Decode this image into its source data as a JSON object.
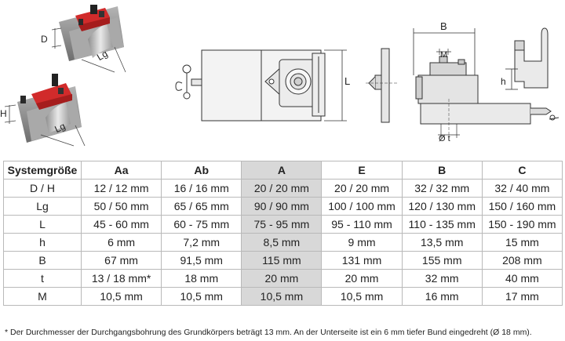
{
  "diagram": {
    "labels": {
      "D": "D",
      "Lg_top": "Lg",
      "H": "H",
      "Lg_bottom": "Lg",
      "L": "L",
      "B": "B",
      "M": "M",
      "h": "h",
      "t": "Ø t"
    }
  },
  "table": {
    "headers": [
      "Systemgröße",
      "Aa",
      "Ab",
      "A",
      "E",
      "B",
      "C"
    ],
    "highlight_column": "A",
    "highlight_color": "#d8d8d8",
    "rows": [
      [
        "D / H",
        "12 / 12 mm",
        "16 / 16 mm",
        "20 / 20 mm",
        "20 / 20 mm",
        "32 / 32 mm",
        "32 / 40 mm"
      ],
      [
        "Lg",
        "50 / 50 mm",
        "65 / 65 mm",
        "90 / 90 mm",
        "100 / 100 mm",
        "120 / 130 mm",
        "150 / 160 mm"
      ],
      [
        "L",
        "45 - 60 mm",
        "60 - 75 mm",
        "75 - 95 mm",
        "95 - 110 mm",
        "110 - 135 mm",
        "150 - 190 mm"
      ],
      [
        "h",
        "6 mm",
        "7,2 mm",
        "8,5 mm",
        "9 mm",
        "13,5 mm",
        "15 mm"
      ],
      [
        "B",
        "67 mm",
        "91,5 mm",
        "115 mm",
        "131 mm",
        "155 mm",
        "208 mm"
      ],
      [
        "t",
        "13 / 18 mm*",
        "18 mm",
        "20 mm",
        "20 mm",
        "32 mm",
        "40 mm"
      ],
      [
        "M",
        "10,5 mm",
        "10,5 mm",
        "10,5 mm",
        "10,5 mm",
        "16 mm",
        "17 mm"
      ]
    ]
  },
  "footnote": "* Der Durchmesser der Durchgangsbohrung des Grundkörpers beträgt 13 mm. An der Unterseite ist ein 6 mm tiefer Bund eingedreht (Ø 18 mm)."
}
